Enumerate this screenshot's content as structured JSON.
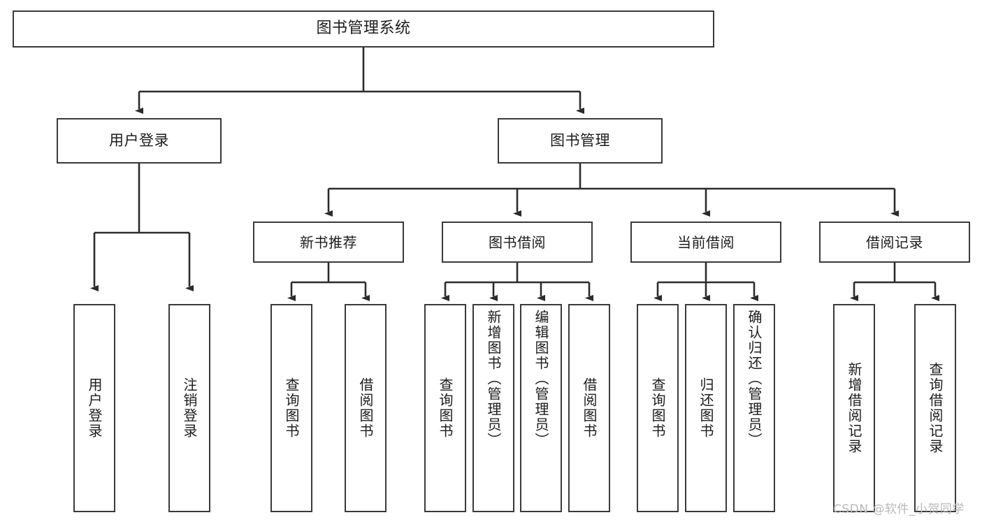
{
  "diagram": {
    "type": "tree-hierarchy",
    "title": "图书管理系统",
    "root": {
      "label": "图书管理系统"
    },
    "level2": [
      {
        "label": "用户登录"
      },
      {
        "label": "图书管理"
      }
    ],
    "level3": [
      {
        "label": "新书推荐"
      },
      {
        "label": "图书借阅"
      },
      {
        "label": "当前借阅"
      },
      {
        "label": "借阅记录"
      }
    ],
    "leaves": {
      "user_login": [
        {
          "label": "用户登录"
        },
        {
          "label": "注销登录"
        }
      ],
      "new_book_recommend": [
        {
          "label": "查询图书"
        },
        {
          "label": "借阅图书"
        }
      ],
      "book_borrow": [
        {
          "label": "查询图书"
        },
        {
          "label": "新增图书（管理员）"
        },
        {
          "label": "编辑图书（管理员）"
        },
        {
          "label": "借阅图书"
        }
      ],
      "current_borrow": [
        {
          "label": "查询图书"
        },
        {
          "label": "归还图书"
        },
        {
          "label": "确认归还（管理员）"
        }
      ],
      "borrow_record": [
        {
          "label": "新增借阅记录"
        },
        {
          "label": "查询借阅记录"
        }
      ]
    }
  },
  "watermark": {
    "text": "CSDN @软件_小贺同学"
  },
  "colors": {
    "border": "#3a3a3c",
    "text": "#1c1c1e",
    "background": "#ffffff",
    "watermark": "#b9b9bb"
  }
}
